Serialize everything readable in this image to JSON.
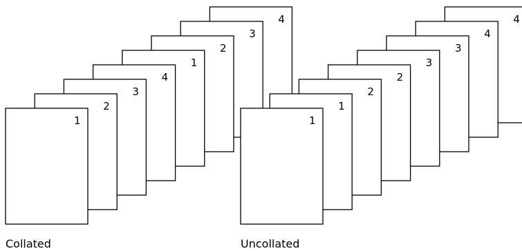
{
  "collated": {
    "caption": "Collated",
    "sheets": [
      "1",
      "2",
      "3",
      "4",
      "1",
      "2",
      "3",
      "4"
    ]
  },
  "uncollated": {
    "caption": "Uncollated",
    "sheets": [
      "1",
      "1",
      "2",
      "2",
      "3",
      "3",
      "4",
      "4"
    ]
  }
}
